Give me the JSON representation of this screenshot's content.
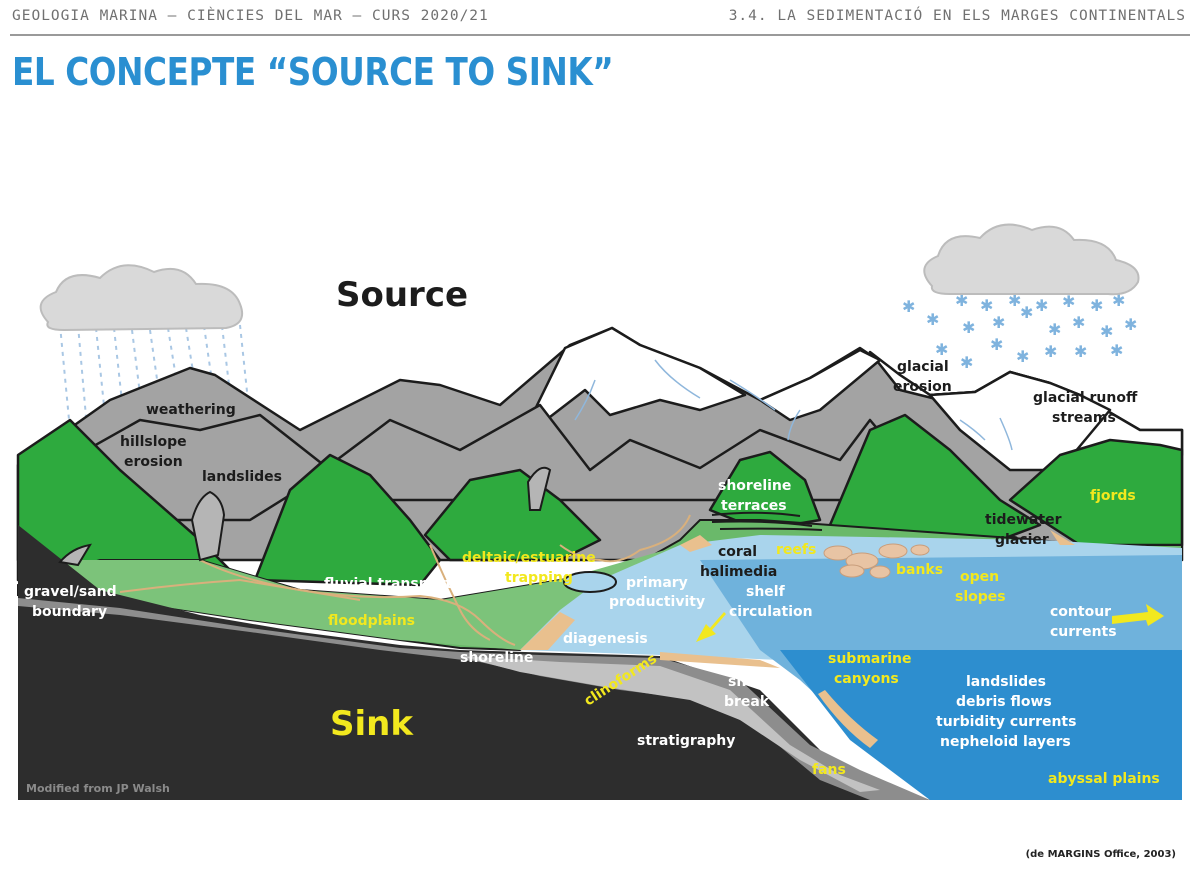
{
  "header": {
    "left": "GEOLOGIA MARINA – CIÈNCIES DEL MAR – CURS 2020/21",
    "right": "3.4. LA SEDIMENTACIÓ EN ELS MARGES CONTINENTALS"
  },
  "title": "EL CONCEPTE “SOURCE TO SINK”",
  "diagram": {
    "source": "Source",
    "sink": "Sink",
    "credit": "Modified from JP Walsh",
    "labels": {
      "weathering": "weathering",
      "hillslope_1": "hillslope",
      "hillslope_2": "erosion",
      "landslides_land": "landslides",
      "gravel_1": "gravel/sand",
      "gravel_2": "boundary",
      "fluvial": "fluvial transport",
      "floodplains": "floodplains",
      "deltaic_1": "deltaic/estuarine",
      "deltaic_2": "trapping",
      "primary_1": "primary",
      "primary_2": "productivity",
      "coral_1": "coral",
      "coral_2": "halimedia",
      "shelf_circ_1": "shelf",
      "shelf_circ_2": "circulation",
      "reefs": "reefs",
      "banks": "banks",
      "open_slopes_1": "open",
      "open_slopes_2": "slopes",
      "shoreline_terraces_1": "shoreline",
      "shoreline_terraces_2": "terraces",
      "glacial_erosion_1": "glacial",
      "glacial_erosion_2": "erosion",
      "glacial_runoff_1": "glacial runoff",
      "glacial_runoff_2": "streams",
      "fjords": "fjords",
      "tidewater_1": "tidewater",
      "tidewater_2": "glacier",
      "contour_1": "contour",
      "contour_2": "currents",
      "diagenesis": "diagenesis",
      "shoreline": "shoreline",
      "clinoforms": "clinoforms",
      "shelf_break_1": "shelf",
      "shelf_break_2": "break",
      "submarine_1": "submarine",
      "submarine_2": "canyons",
      "landslides_sea": "landslides",
      "debris": "debris flows",
      "turbidity": "turbidity currents",
      "nepheloid": "nepheloid layers",
      "stratigraphy": "stratigraphy",
      "fans": "fans",
      "abyssal": "abyssal plains"
    }
  },
  "caption": "(de MARGINS Office, 2003)",
  "colors": {
    "title": "#2a8fd1",
    "yellow_label": "#f2e81e",
    "mountain": "#a3a3a3",
    "forest": "#2eaa3e",
    "lowland": "#6ab96a",
    "shelf_water": "#a9d4ec",
    "slope_water": "#6fb2dc",
    "deep_water": "#2d8ecf",
    "bedrock": "#2d2d2d",
    "sand": "#e9c08e"
  }
}
